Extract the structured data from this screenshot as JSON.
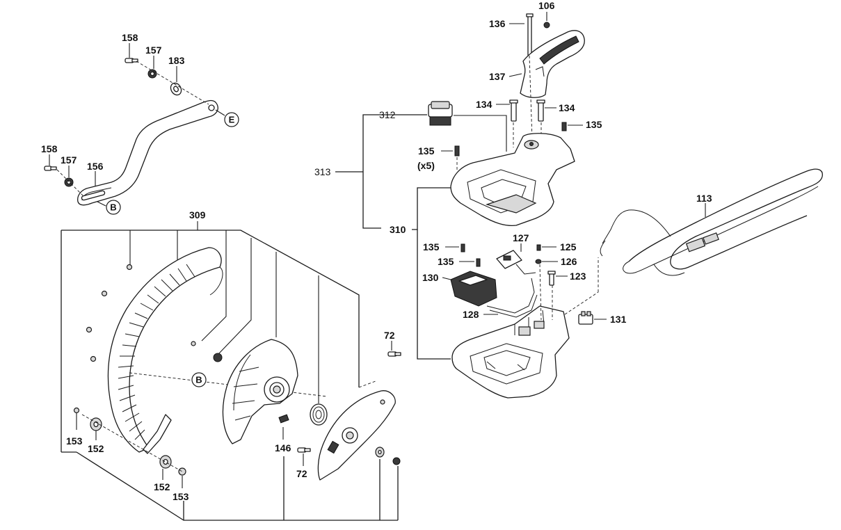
{
  "diagram": {
    "callouts": {
      "c158a": "158",
      "c157a": "157",
      "c183": "183",
      "cE": "E",
      "c158b": "158",
      "c157b": "157",
      "c156": "156",
      "cB1": "B",
      "c309": "309",
      "cB2": "B",
      "c72a": "72",
      "c146": "146",
      "c72b": "72",
      "c153a": "153",
      "c152a": "152",
      "c152b": "152",
      "c153b": "153",
      "c106": "106",
      "c136": "136",
      "c137": "137",
      "c134a": "134",
      "c134b": "134",
      "c135a": "135",
      "c312": "312",
      "c135b": "135",
      "c135b_qty": "(x5)",
      "c313": "313",
      "c310": "310",
      "c113": "113",
      "c135c": "135",
      "c127": "127",
      "c125": "125",
      "c135d": "135",
      "c126": "126",
      "c130": "130",
      "c123": "123",
      "c128": "128",
      "c131": "131"
    }
  }
}
